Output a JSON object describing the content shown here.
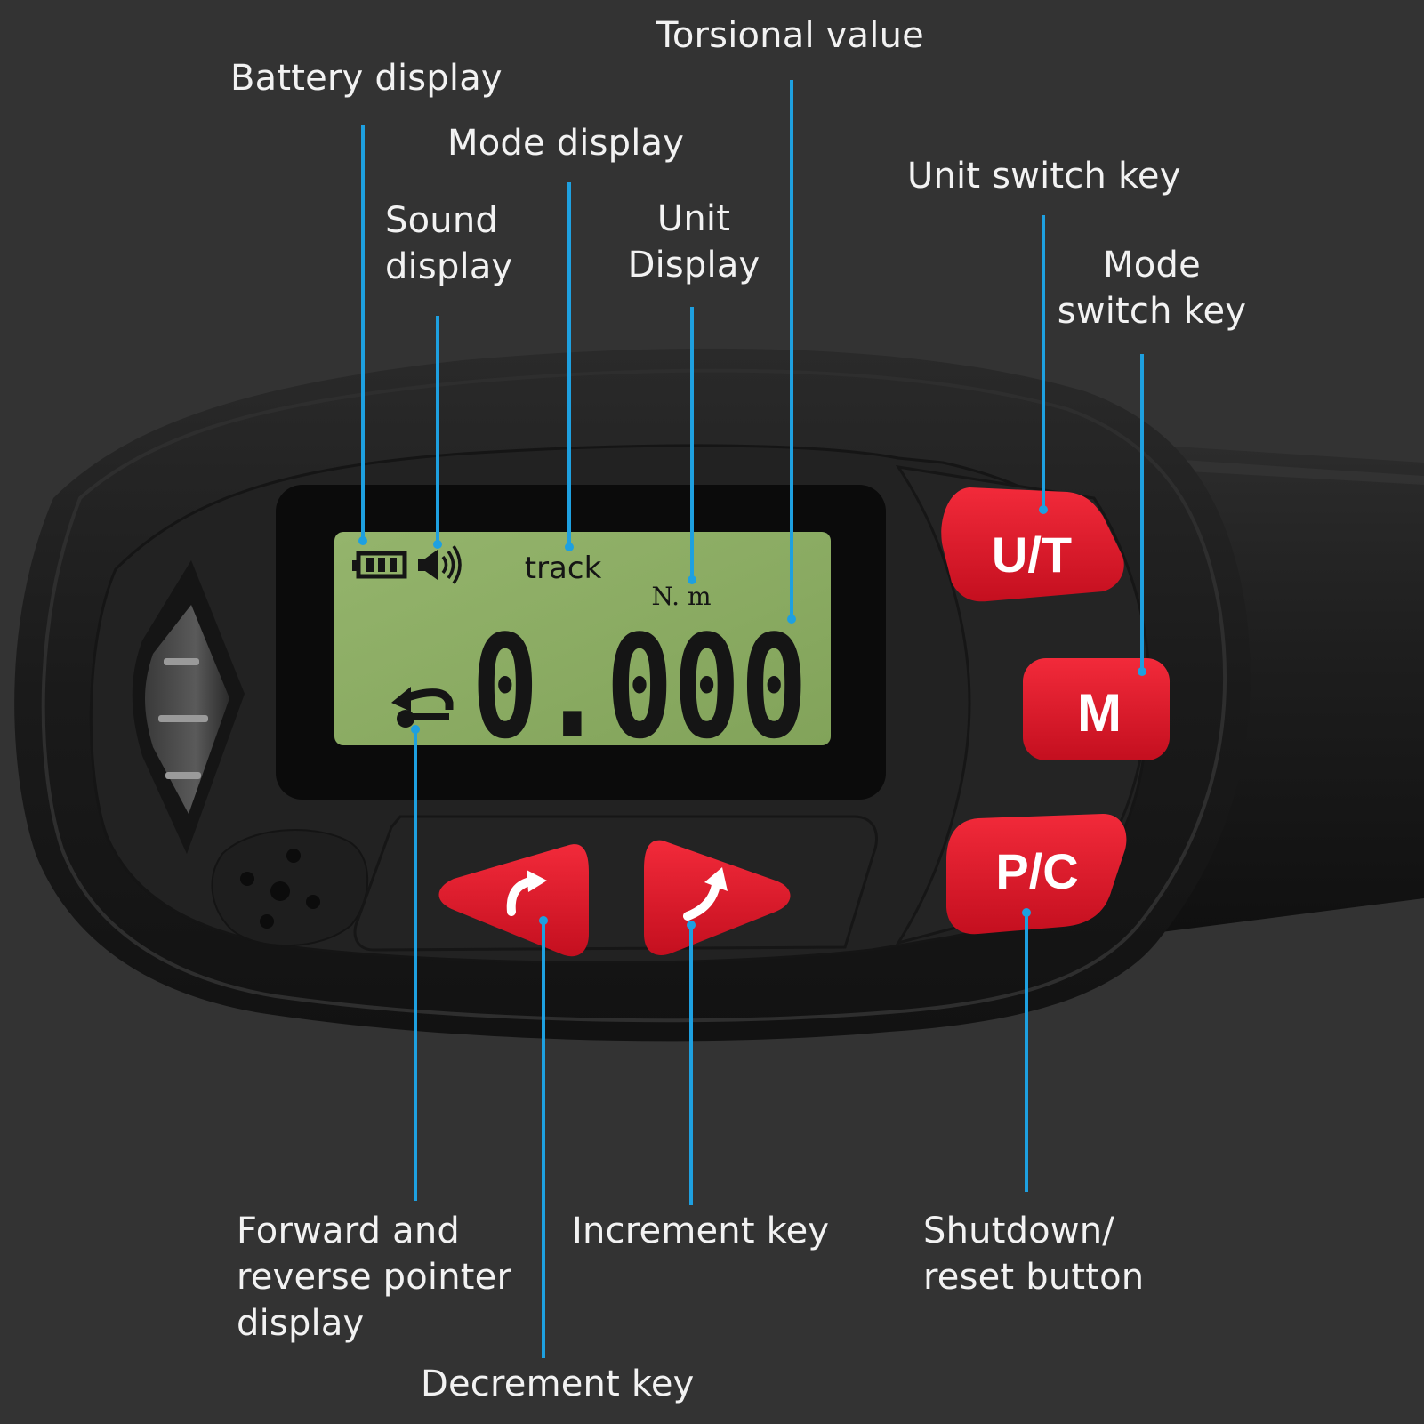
{
  "colors": {
    "background": "#333333",
    "leader_line": "#1ea0e0",
    "button_red": "#e8192c",
    "lcd_green": "#8aab62",
    "lcd_text": "#151515",
    "body_black": "#1c1c1c"
  },
  "callouts": {
    "battery_display": "Battery display",
    "mode_display": "Mode display",
    "sound_display": [
      "Sound",
      "display"
    ],
    "unit_display": [
      "Unit",
      "Display"
    ],
    "torsional_value": "Torsional value",
    "unit_switch_key": "Unit switch key",
    "mode_switch_key": [
      "Mode",
      "switch key"
    ],
    "forward_reverse_pointer": [
      "Forward and",
      "reverse pointer",
      "display"
    ],
    "decrement_key": "Decrement key",
    "increment_key": "Increment key",
    "shutdown_reset": [
      "Shutdown/",
      "reset button"
    ]
  },
  "lcd": {
    "mode": "track",
    "unit": "N. m",
    "value": "0.000",
    "battery_icon": "battery-icon",
    "sound_icon": "speaker-icon",
    "pointer_icon": "direction-arrow-icon"
  },
  "buttons": {
    "unit": "U/T",
    "mode": "M",
    "power": "P/C",
    "decrement_icon": "counterclockwise-arrow-icon",
    "increment_icon": "clockwise-arrow-icon"
  }
}
